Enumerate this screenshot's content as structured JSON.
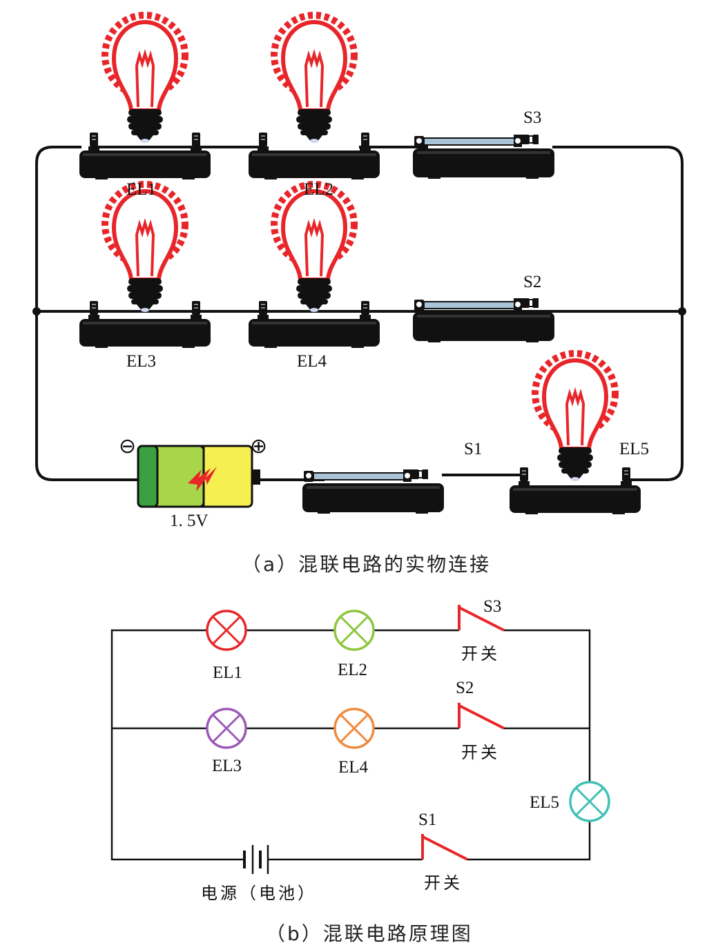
{
  "panel_a": {
    "caption": "（a）混联电路的实物连接",
    "bulbs": [
      "EL1",
      "EL2",
      "EL3",
      "EL4",
      "EL5"
    ],
    "switches": [
      "S3",
      "S2",
      "S1"
    ],
    "battery_voltage": "1. 5V",
    "battery_minus": "⊖",
    "battery_plus": "⊕"
  },
  "panel_b": {
    "caption": "（b）混联电路原理图",
    "lamps": [
      {
        "name": "EL1",
        "color": "#e8262a"
      },
      {
        "name": "EL2",
        "color": "#8cc63e"
      },
      {
        "name": "EL3",
        "color": "#9b59b6"
      },
      {
        "name": "EL4",
        "color": "#f08a3c"
      },
      {
        "name": "EL5",
        "color": "#3fc0b4"
      }
    ],
    "switches": [
      "S3",
      "S2",
      "S1"
    ],
    "switch_text": "开关",
    "source_label": "电源（电池）",
    "switch_color": "#e8262a"
  }
}
